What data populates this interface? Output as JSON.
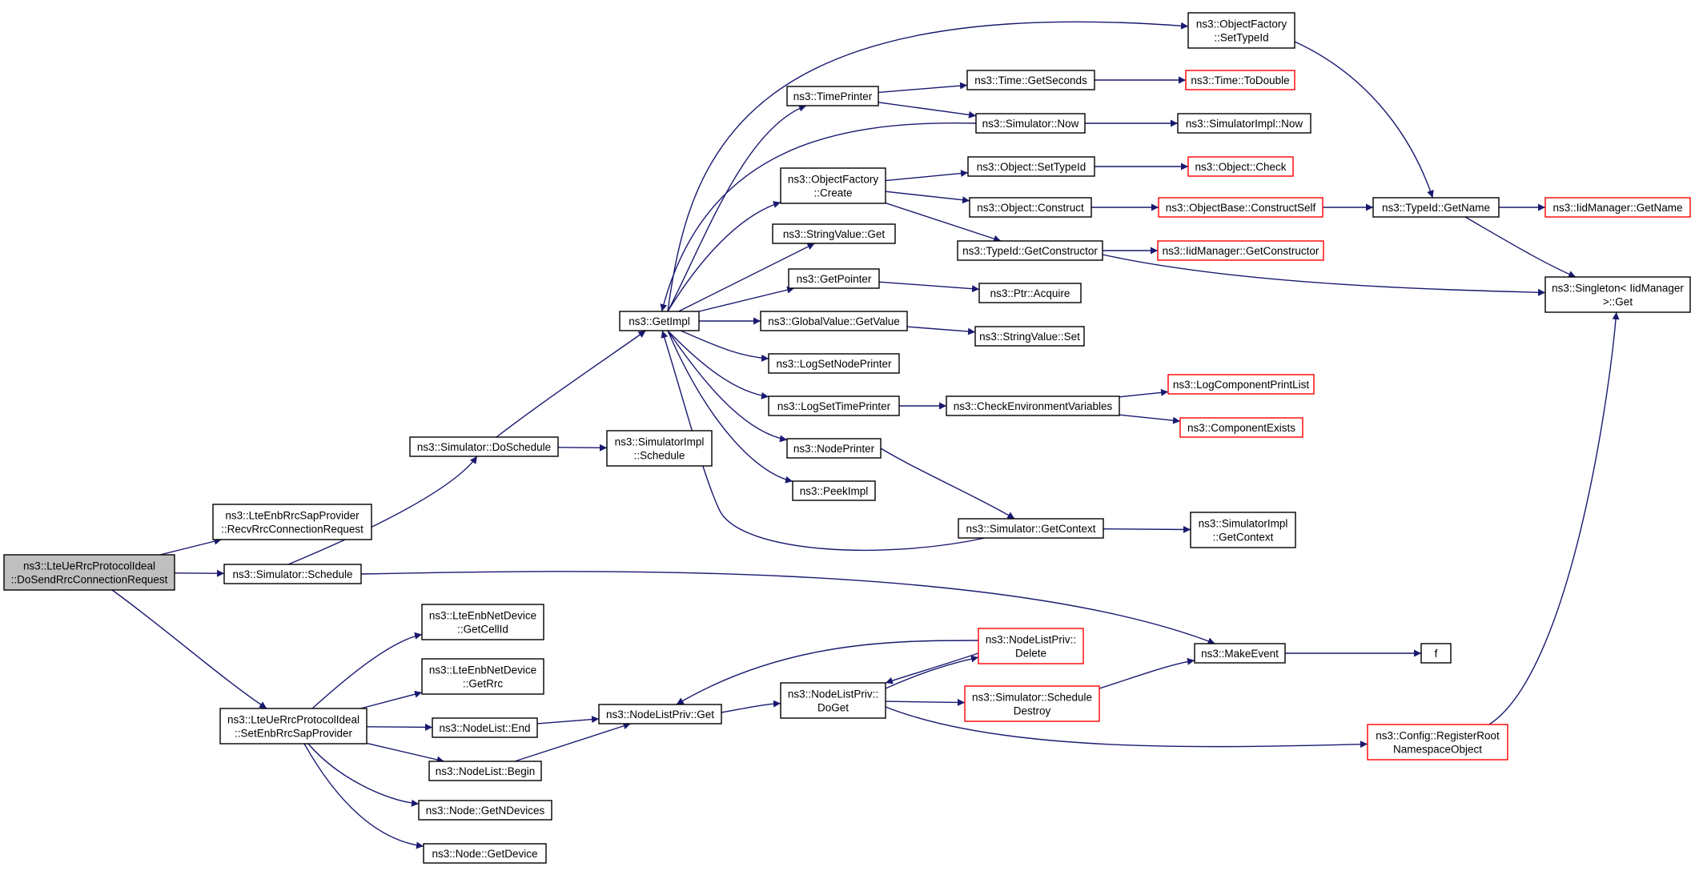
{
  "colors": {
    "edge": "#191970",
    "node_border": "#000000",
    "truncated_node_border": "#ff0000",
    "root_fill": "#bfbfbf",
    "node_fill": "#ffffff"
  },
  "nodes": [
    {
      "id": "root",
      "lines": [
        "ns3::LteUeRrcProtocolIdeal",
        "::DoSendRrcConnectionRequest"
      ],
      "style": "root"
    },
    {
      "id": "recv",
      "lines": [
        "ns3::LteEnbRrcSapProvider",
        "::RecvRrcConnectionRequest"
      ],
      "style": "normal"
    },
    {
      "id": "sched",
      "lines": [
        "ns3::Simulator::Schedule"
      ],
      "style": "normal"
    },
    {
      "id": "setenb",
      "lines": [
        "ns3::LteUeRrcProtocolIdeal",
        "::SetEnbRrcSapProvider"
      ],
      "style": "normal"
    },
    {
      "id": "dosched",
      "lines": [
        "ns3::Simulator::DoSchedule"
      ],
      "style": "normal"
    },
    {
      "id": "simimplsched",
      "lines": [
        "ns3::SimulatorImpl",
        "::Schedule"
      ],
      "style": "normal"
    },
    {
      "id": "getimpl",
      "lines": [
        "ns3::GetImpl"
      ],
      "style": "normal"
    },
    {
      "id": "timeprinter",
      "lines": [
        "ns3::TimePrinter"
      ],
      "style": "normal"
    },
    {
      "id": "ofcreate",
      "lines": [
        "ns3::ObjectFactory",
        "::Create"
      ],
      "style": "normal"
    },
    {
      "id": "strget",
      "lines": [
        "ns3::StringValue::Get"
      ],
      "style": "normal"
    },
    {
      "id": "getptr",
      "lines": [
        "ns3::GetPointer"
      ],
      "style": "normal"
    },
    {
      "id": "gvget",
      "lines": [
        "ns3::GlobalValue::GetValue"
      ],
      "style": "normal"
    },
    {
      "id": "logsetnode",
      "lines": [
        "ns3::LogSetNodePrinter"
      ],
      "style": "normal"
    },
    {
      "id": "logsettime",
      "lines": [
        "ns3::LogSetTimePrinter"
      ],
      "style": "normal"
    },
    {
      "id": "nodeprinter",
      "lines": [
        "ns3::NodePrinter"
      ],
      "style": "normal"
    },
    {
      "id": "peekimpl",
      "lines": [
        "ns3::PeekImpl"
      ],
      "style": "normal"
    },
    {
      "id": "ofsettid",
      "lines": [
        "ns3::ObjectFactory",
        "::SetTypeId"
      ],
      "style": "normal"
    },
    {
      "id": "timegetsec",
      "lines": [
        "ns3::Time::GetSeconds"
      ],
      "style": "normal"
    },
    {
      "id": "simnow",
      "lines": [
        "ns3::Simulator::Now"
      ],
      "style": "normal"
    },
    {
      "id": "objsettid",
      "lines": [
        "ns3::Object::SetTypeId"
      ],
      "style": "normal"
    },
    {
      "id": "objconstruct",
      "lines": [
        "ns3::Object::Construct"
      ],
      "style": "normal"
    },
    {
      "id": "tidgetctor",
      "lines": [
        "ns3::TypeId::GetConstructor"
      ],
      "style": "normal"
    },
    {
      "id": "ptracq",
      "lines": [
        "ns3::Ptr::Acquire"
      ],
      "style": "normal"
    },
    {
      "id": "strset",
      "lines": [
        "ns3::StringValue::Set"
      ],
      "style": "normal"
    },
    {
      "id": "checkenv",
      "lines": [
        "ns3::CheckEnvironmentVariables"
      ],
      "style": "normal"
    },
    {
      "id": "simgetctx",
      "lines": [
        "ns3::Simulator::GetContext"
      ],
      "style": "normal"
    },
    {
      "id": "timetodouble",
      "lines": [
        "ns3::Time::ToDouble"
      ],
      "style": "truncated"
    },
    {
      "id": "simimplnow",
      "lines": [
        "ns3::SimulatorImpl::Now"
      ],
      "style": "normal"
    },
    {
      "id": "objcheck",
      "lines": [
        "ns3::Object::Check"
      ],
      "style": "truncated"
    },
    {
      "id": "obconstructself",
      "lines": [
        "ns3::ObjectBase::ConstructSelf"
      ],
      "style": "truncated"
    },
    {
      "id": "iidgetctor",
      "lines": [
        "ns3::IidManager::GetConstructor"
      ],
      "style": "truncated"
    },
    {
      "id": "logcomplist",
      "lines": [
        "ns3::LogComponentPrintList"
      ],
      "style": "truncated"
    },
    {
      "id": "compexists",
      "lines": [
        "ns3::ComponentExists"
      ],
      "style": "truncated"
    },
    {
      "id": "simimplgetctx",
      "lines": [
        "ns3::SimulatorImpl",
        "::GetContext"
      ],
      "style": "normal"
    },
    {
      "id": "tidgetname",
      "lines": [
        "ns3::TypeId::GetName"
      ],
      "style": "normal"
    },
    {
      "id": "iidgetname",
      "lines": [
        "ns3::IidManager::GetName"
      ],
      "style": "truncated"
    },
    {
      "id": "singleton",
      "lines": [
        "ns3::Singleton< IidManager",
        " >::Get"
      ],
      "style": "normal"
    },
    {
      "id": "enbgetcellid",
      "lines": [
        "ns3::LteEnbNetDevice",
        "::GetCellId"
      ],
      "style": "normal"
    },
    {
      "id": "enbgetrrc",
      "lines": [
        "ns3::LteEnbNetDevice",
        "::GetRrc"
      ],
      "style": "normal"
    },
    {
      "id": "nlend",
      "lines": [
        "ns3::NodeList::End"
      ],
      "style": "normal"
    },
    {
      "id": "nlbegin",
      "lines": [
        "ns3::NodeList::Begin"
      ],
      "style": "normal"
    },
    {
      "id": "nodegetndev",
      "lines": [
        "ns3::Node::GetNDevices"
      ],
      "style": "normal"
    },
    {
      "id": "nodegetdev",
      "lines": [
        "ns3::Node::GetDevice"
      ],
      "style": "normal"
    },
    {
      "id": "nlprivget",
      "lines": [
        "ns3::NodeListPriv::Get"
      ],
      "style": "normal"
    },
    {
      "id": "nlprivdoget",
      "lines": [
        "ns3::NodeListPriv::",
        "DoGet"
      ],
      "style": "normal"
    },
    {
      "id": "nlprivdelete",
      "lines": [
        "ns3::NodeListPriv::",
        "Delete"
      ],
      "style": "truncated"
    },
    {
      "id": "simscheddestroy",
      "lines": [
        "ns3::Simulator::Schedule",
        "Destroy"
      ],
      "style": "truncated"
    },
    {
      "id": "makeevent",
      "lines": [
        "ns3::MakeEvent"
      ],
      "style": "normal"
    },
    {
      "id": "f",
      "lines": [
        "f"
      ],
      "style": "normal"
    },
    {
      "id": "cfgregroot",
      "lines": [
        "ns3::Config::RegisterRoot",
        "NamespaceObject"
      ],
      "style": "truncated"
    }
  ],
  "edges": [
    {
      "from": "root",
      "to": "recv"
    },
    {
      "from": "root",
      "to": "sched"
    },
    {
      "from": "root",
      "to": "setenb"
    },
    {
      "from": "sched",
      "to": "dosched"
    },
    {
      "from": "sched",
      "to": "makeevent"
    },
    {
      "from": "dosched",
      "to": "getimpl"
    },
    {
      "from": "dosched",
      "to": "simimplsched"
    },
    {
      "from": "getimpl",
      "to": "ofsettid"
    },
    {
      "from": "getimpl",
      "to": "timeprinter"
    },
    {
      "from": "getimpl",
      "to": "ofcreate"
    },
    {
      "from": "getimpl",
      "to": "strget"
    },
    {
      "from": "getimpl",
      "to": "getptr"
    },
    {
      "from": "getimpl",
      "to": "gvget"
    },
    {
      "from": "getimpl",
      "to": "logsetnode"
    },
    {
      "from": "getimpl",
      "to": "logsettime"
    },
    {
      "from": "getimpl",
      "to": "nodeprinter"
    },
    {
      "from": "getimpl",
      "to": "peekimpl"
    },
    {
      "from": "timeprinter",
      "to": "timegetsec"
    },
    {
      "from": "timeprinter",
      "to": "simnow"
    },
    {
      "from": "timegetsec",
      "to": "timetodouble"
    },
    {
      "from": "simnow",
      "to": "simimplnow"
    },
    {
      "from": "simnow",
      "to": "getimpl"
    },
    {
      "from": "ofcreate",
      "to": "objsettid"
    },
    {
      "from": "ofcreate",
      "to": "objconstruct"
    },
    {
      "from": "ofcreate",
      "to": "tidgetctor"
    },
    {
      "from": "objsettid",
      "to": "objcheck"
    },
    {
      "from": "objconstruct",
      "to": "obconstructself"
    },
    {
      "from": "obconstructself",
      "to": "tidgetname"
    },
    {
      "from": "tidgetctor",
      "to": "iidgetctor"
    },
    {
      "from": "tidgetctor",
      "to": "singleton"
    },
    {
      "from": "getptr",
      "to": "ptracq"
    },
    {
      "from": "gvget",
      "to": "strset"
    },
    {
      "from": "logsettime",
      "to": "checkenv"
    },
    {
      "from": "checkenv",
      "to": "logcomplist"
    },
    {
      "from": "checkenv",
      "to": "compexists"
    },
    {
      "from": "nodeprinter",
      "to": "simgetctx"
    },
    {
      "from": "simgetctx",
      "to": "simimplgetctx"
    },
    {
      "from": "simgetctx",
      "to": "getimpl"
    },
    {
      "from": "ofsettid",
      "to": "tidgetname"
    },
    {
      "from": "tidgetname",
      "to": "iidgetname"
    },
    {
      "from": "tidgetname",
      "to": "singleton"
    },
    {
      "from": "setenb",
      "to": "enbgetcellid"
    },
    {
      "from": "setenb",
      "to": "enbgetrrc"
    },
    {
      "from": "setenb",
      "to": "nlend"
    },
    {
      "from": "setenb",
      "to": "nlbegin"
    },
    {
      "from": "setenb",
      "to": "nodegetndev"
    },
    {
      "from": "setenb",
      "to": "nodegetdev"
    },
    {
      "from": "nlend",
      "to": "nlprivget"
    },
    {
      "from": "nlbegin",
      "to": "nlprivget"
    },
    {
      "from": "nlprivget",
      "to": "nlprivdoget"
    },
    {
      "from": "nlprivdoget",
      "to": "nlprivdelete"
    },
    {
      "from": "nlprivdoget",
      "to": "simscheddestroy"
    },
    {
      "from": "nlprivdoget",
      "to": "cfgregroot"
    },
    {
      "from": "nlprivdelete",
      "to": "nlprivdoget"
    },
    {
      "from": "nlprivdelete",
      "to": "nlprivget"
    },
    {
      "from": "simscheddestroy",
      "to": "makeevent"
    },
    {
      "from": "makeevent",
      "to": "f"
    },
    {
      "from": "cfgregroot",
      "to": "singleton"
    }
  ]
}
